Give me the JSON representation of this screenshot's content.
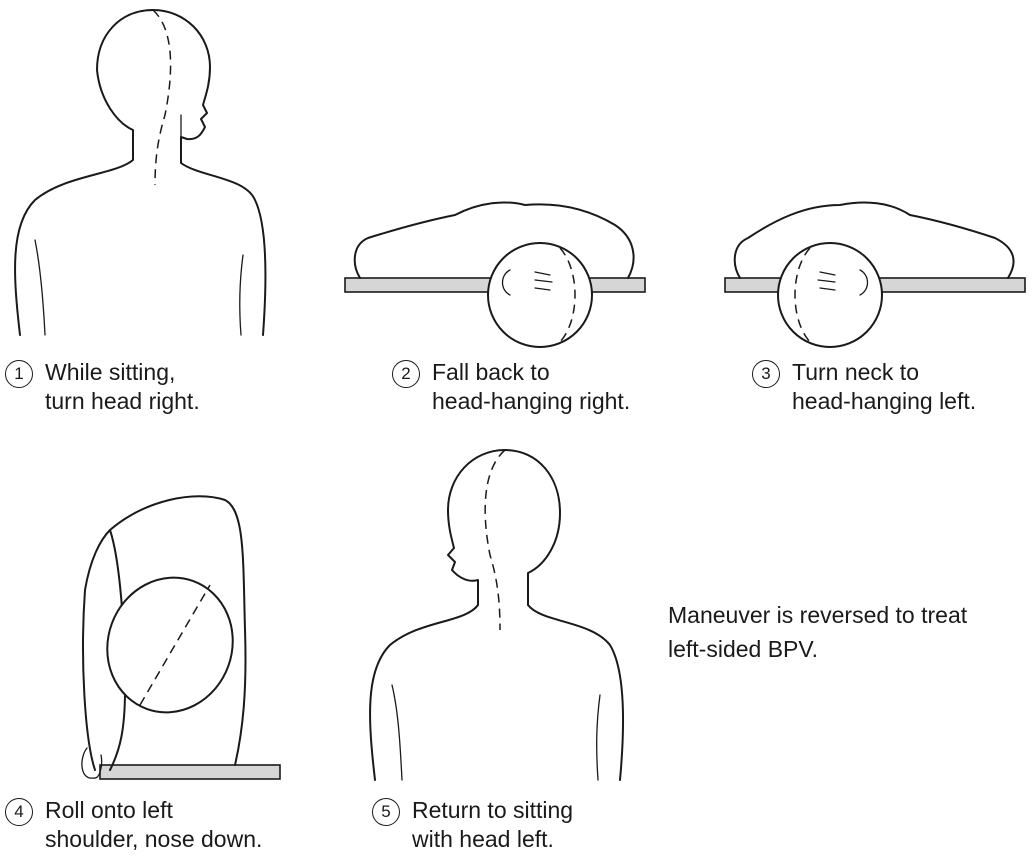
{
  "steps": [
    {
      "number": "1",
      "line1": "While sitting,",
      "line2": "turn head right."
    },
    {
      "number": "2",
      "line1": "Fall back to",
      "line2": "head-hanging right."
    },
    {
      "number": "3",
      "line1": "Turn neck to",
      "line2": "head-hanging left."
    },
    {
      "number": "4",
      "line1": "Roll onto left",
      "line2": "shoulder, nose down."
    },
    {
      "number": "5",
      "line1": "Return to sitting",
      "line2": "with head left."
    }
  ],
  "note": {
    "line1": "Maneuver is reversed to treat",
    "line2": "left-sided BPV."
  }
}
